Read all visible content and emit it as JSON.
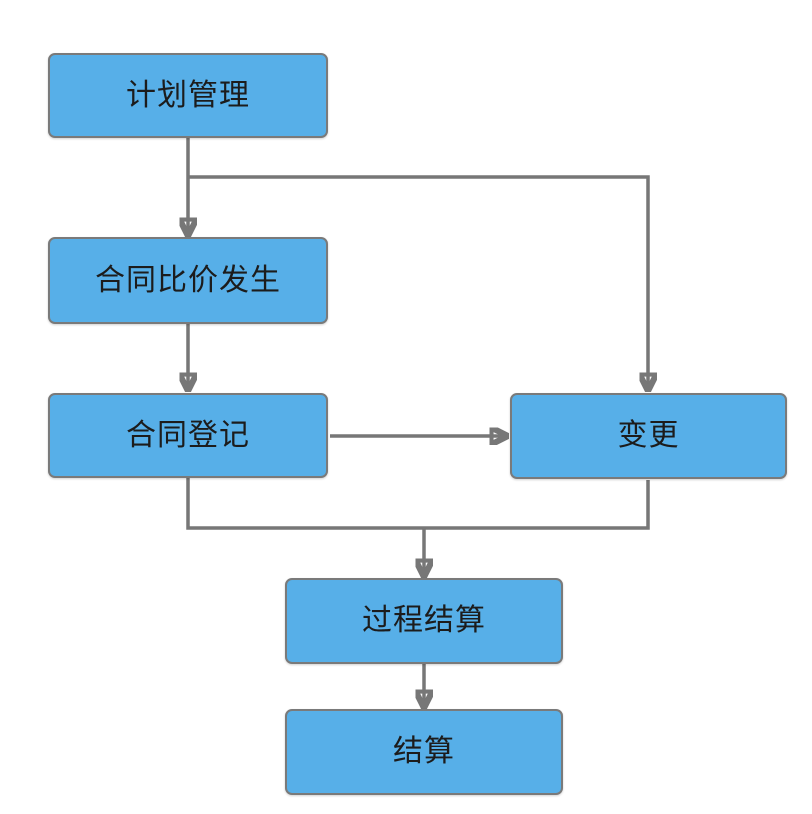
{
  "diagram": {
    "type": "flowchart",
    "nodes": [
      {
        "id": "plan-management",
        "label": "计划管理"
      },
      {
        "id": "price-comparison",
        "label": "合同比价发生"
      },
      {
        "id": "contract-register",
        "label": "合同登记"
      },
      {
        "id": "change",
        "label": "变更"
      },
      {
        "id": "process-settlement",
        "label": "过程结算"
      },
      {
        "id": "settlement",
        "label": "结算"
      }
    ],
    "edges": [
      {
        "from": "计划管理",
        "to": "合同比价发生"
      },
      {
        "from": "计划管理",
        "to": "变更"
      },
      {
        "from": "合同比价发生",
        "to": "合同登记"
      },
      {
        "from": "合同登记",
        "to": "变更"
      },
      {
        "from": "合同登记",
        "to": "过程结算"
      },
      {
        "from": "变更",
        "to": "过程结算"
      },
      {
        "from": "过程结算",
        "to": "结算"
      }
    ],
    "colors": {
      "node_fill": "#57AFE8",
      "node_border": "#7A7A7A",
      "connector": "#777777",
      "text": "#1C1C1C",
      "background": "#FFFFFF"
    }
  }
}
